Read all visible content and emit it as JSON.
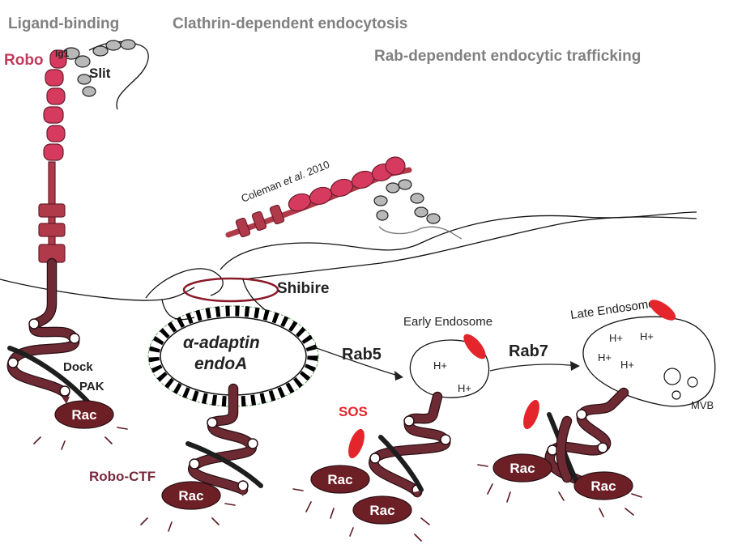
{
  "headers": {
    "ligand_binding": "Ligand-binding",
    "clathrin": "Clathrin-dependent endocytosis",
    "rab_trafficking": "Rab-dependent endocytic trafficking"
  },
  "labels": {
    "robo": "Robo",
    "ig1": "Ig1",
    "slit": "Slit",
    "citation_pre": "Coleman ",
    "citation_italic": "et al.",
    "citation_post": " 2010",
    "shibire": "Shibire",
    "adaptin": "α-adaptin",
    "endoA": "endoA",
    "dock": "Dock",
    "pak": "PAK",
    "rac": "Rac",
    "robo_ctf": "Robo-CTF",
    "rab5": "Rab5",
    "rab7": "Rab7",
    "sos": "SOS",
    "early_endosome": "Early Endosome",
    "late_endosome": "Late Endosome",
    "h_plus": "H+",
    "mvb": "MVB"
  },
  "colors": {
    "header_gray": "#808080",
    "robo_pink": "#d63a5e",
    "robo_dark": "#6d2a33",
    "rac_fill": "#6d1f26",
    "sos_red": "#e4262c",
    "robo_ctf_text": "#7a2a3e",
    "shibire_ring": "#8b1a28",
    "clathrin_coat_edge": "#5aa05a"
  }
}
